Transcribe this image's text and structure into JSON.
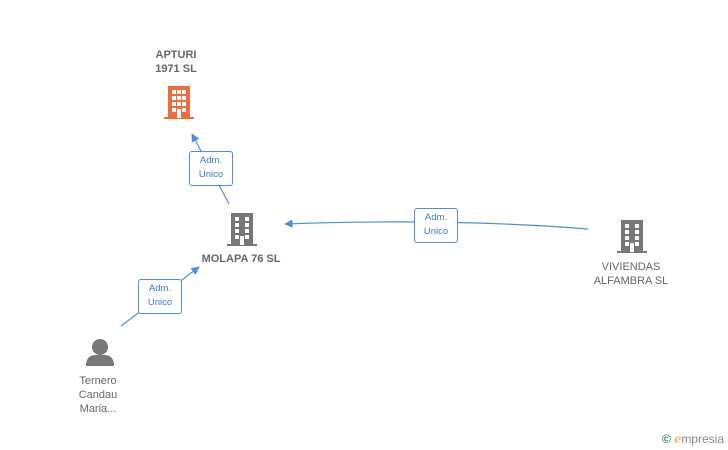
{
  "nodes": {
    "apturi": {
      "line1": "APTURI",
      "line2": "1971  SL",
      "color": "#f26b3a"
    },
    "molapa": {
      "line1": "MOLAPA 76  SL"
    },
    "viviendas": {
      "line1": "VIVIENDAS",
      "line2": "ALFAMBRA  SL"
    },
    "ternero": {
      "line1": "Ternero",
      "line2": "Candau",
      "line3": "Maria..."
    }
  },
  "relations": {
    "molapa_apturi": {
      "line1": "Adm.",
      "line2": "Unico"
    },
    "viviendas_molapa": {
      "line1": "Adm.",
      "line2": "Unico"
    },
    "ternero_molapa": {
      "line1": "Adm.",
      "line2": "Unico"
    }
  },
  "colors": {
    "edge": "#4a90d9",
    "building": "#777777",
    "person": "#777777",
    "highlight": "#f26b3a"
  },
  "brand": {
    "copyright": "©",
    "name": "mpresia",
    "initial": "e"
  }
}
